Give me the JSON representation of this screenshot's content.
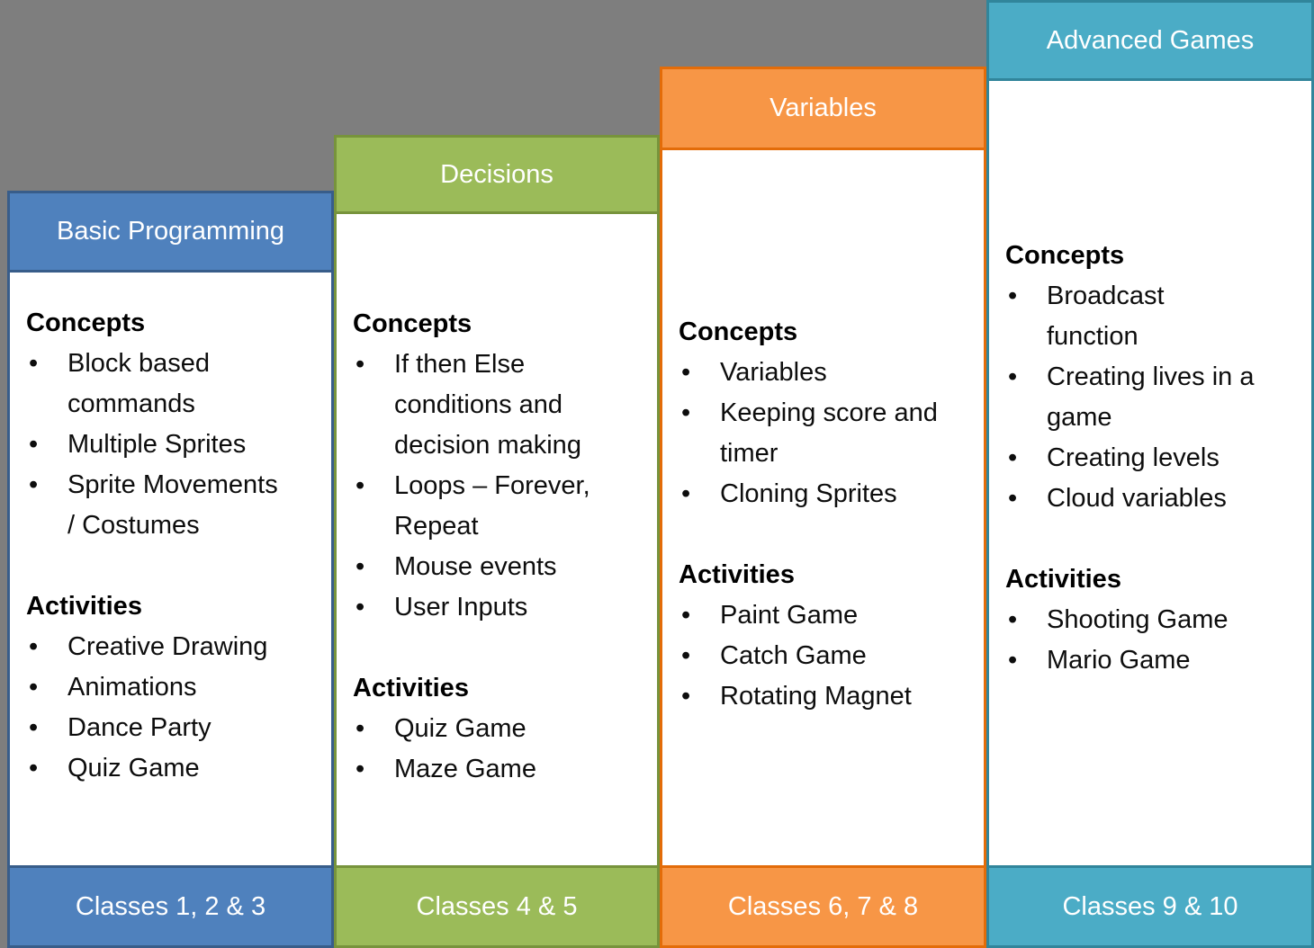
{
  "page": {
    "background_color": "#7E7E7E",
    "body_background": "#FFFFFF",
    "text_color": "#000000",
    "header_text_color": "#FFFFFF"
  },
  "columns": [
    {
      "id": "basic-programming",
      "title": "Basic Programming",
      "footer": "Classes 1, 2 & 3",
      "colors": {
        "fill": "#4F81BD",
        "border": "#385D8A"
      },
      "concepts_label": "Concepts",
      "concepts": [
        "Block based\ncommands",
        "Multiple Sprites",
        "Sprite Movements\n/ Costumes"
      ],
      "activities_label": "Activities",
      "activities": [
        "Creative Drawing",
        "Animations",
        "Dance Party",
        "Quiz Game"
      ]
    },
    {
      "id": "decisions",
      "title": "Decisions",
      "footer": "Classes 4 & 5",
      "colors": {
        "fill": "#9BBB59",
        "border": "#77933C"
      },
      "concepts_label": "Concepts",
      "concepts": [
        "If then Else\nconditions and\ndecision making",
        "Loops – Forever,\nRepeat",
        "Mouse events",
        "User Inputs"
      ],
      "activities_label": "Activities",
      "activities": [
        "Quiz Game",
        "Maze Game"
      ]
    },
    {
      "id": "variables",
      "title": "Variables",
      "footer": "Classes 6, 7 & 8",
      "colors": {
        "fill": "#F79646",
        "border": "#E36C09"
      },
      "concepts_label": "Concepts",
      "concepts": [
        "Variables",
        "Keeping score and\ntimer",
        "Cloning Sprites"
      ],
      "activities_label": "Activities",
      "activities": [
        "Paint Game",
        "Catch Game",
        "Rotating Magnet"
      ]
    },
    {
      "id": "advanced-games",
      "title": "Advanced Games",
      "footer": "Classes 9 & 10",
      "colors": {
        "fill": "#4BACC6",
        "border": "#31859B"
      },
      "concepts_label": "Concepts",
      "concepts": [
        "Broadcast\nfunction",
        "Creating lives in a\ngame",
        "Creating levels",
        "Cloud variables"
      ],
      "activities_label": "Activities",
      "activities": [
        "Shooting Game",
        "Mario Game"
      ]
    }
  ]
}
